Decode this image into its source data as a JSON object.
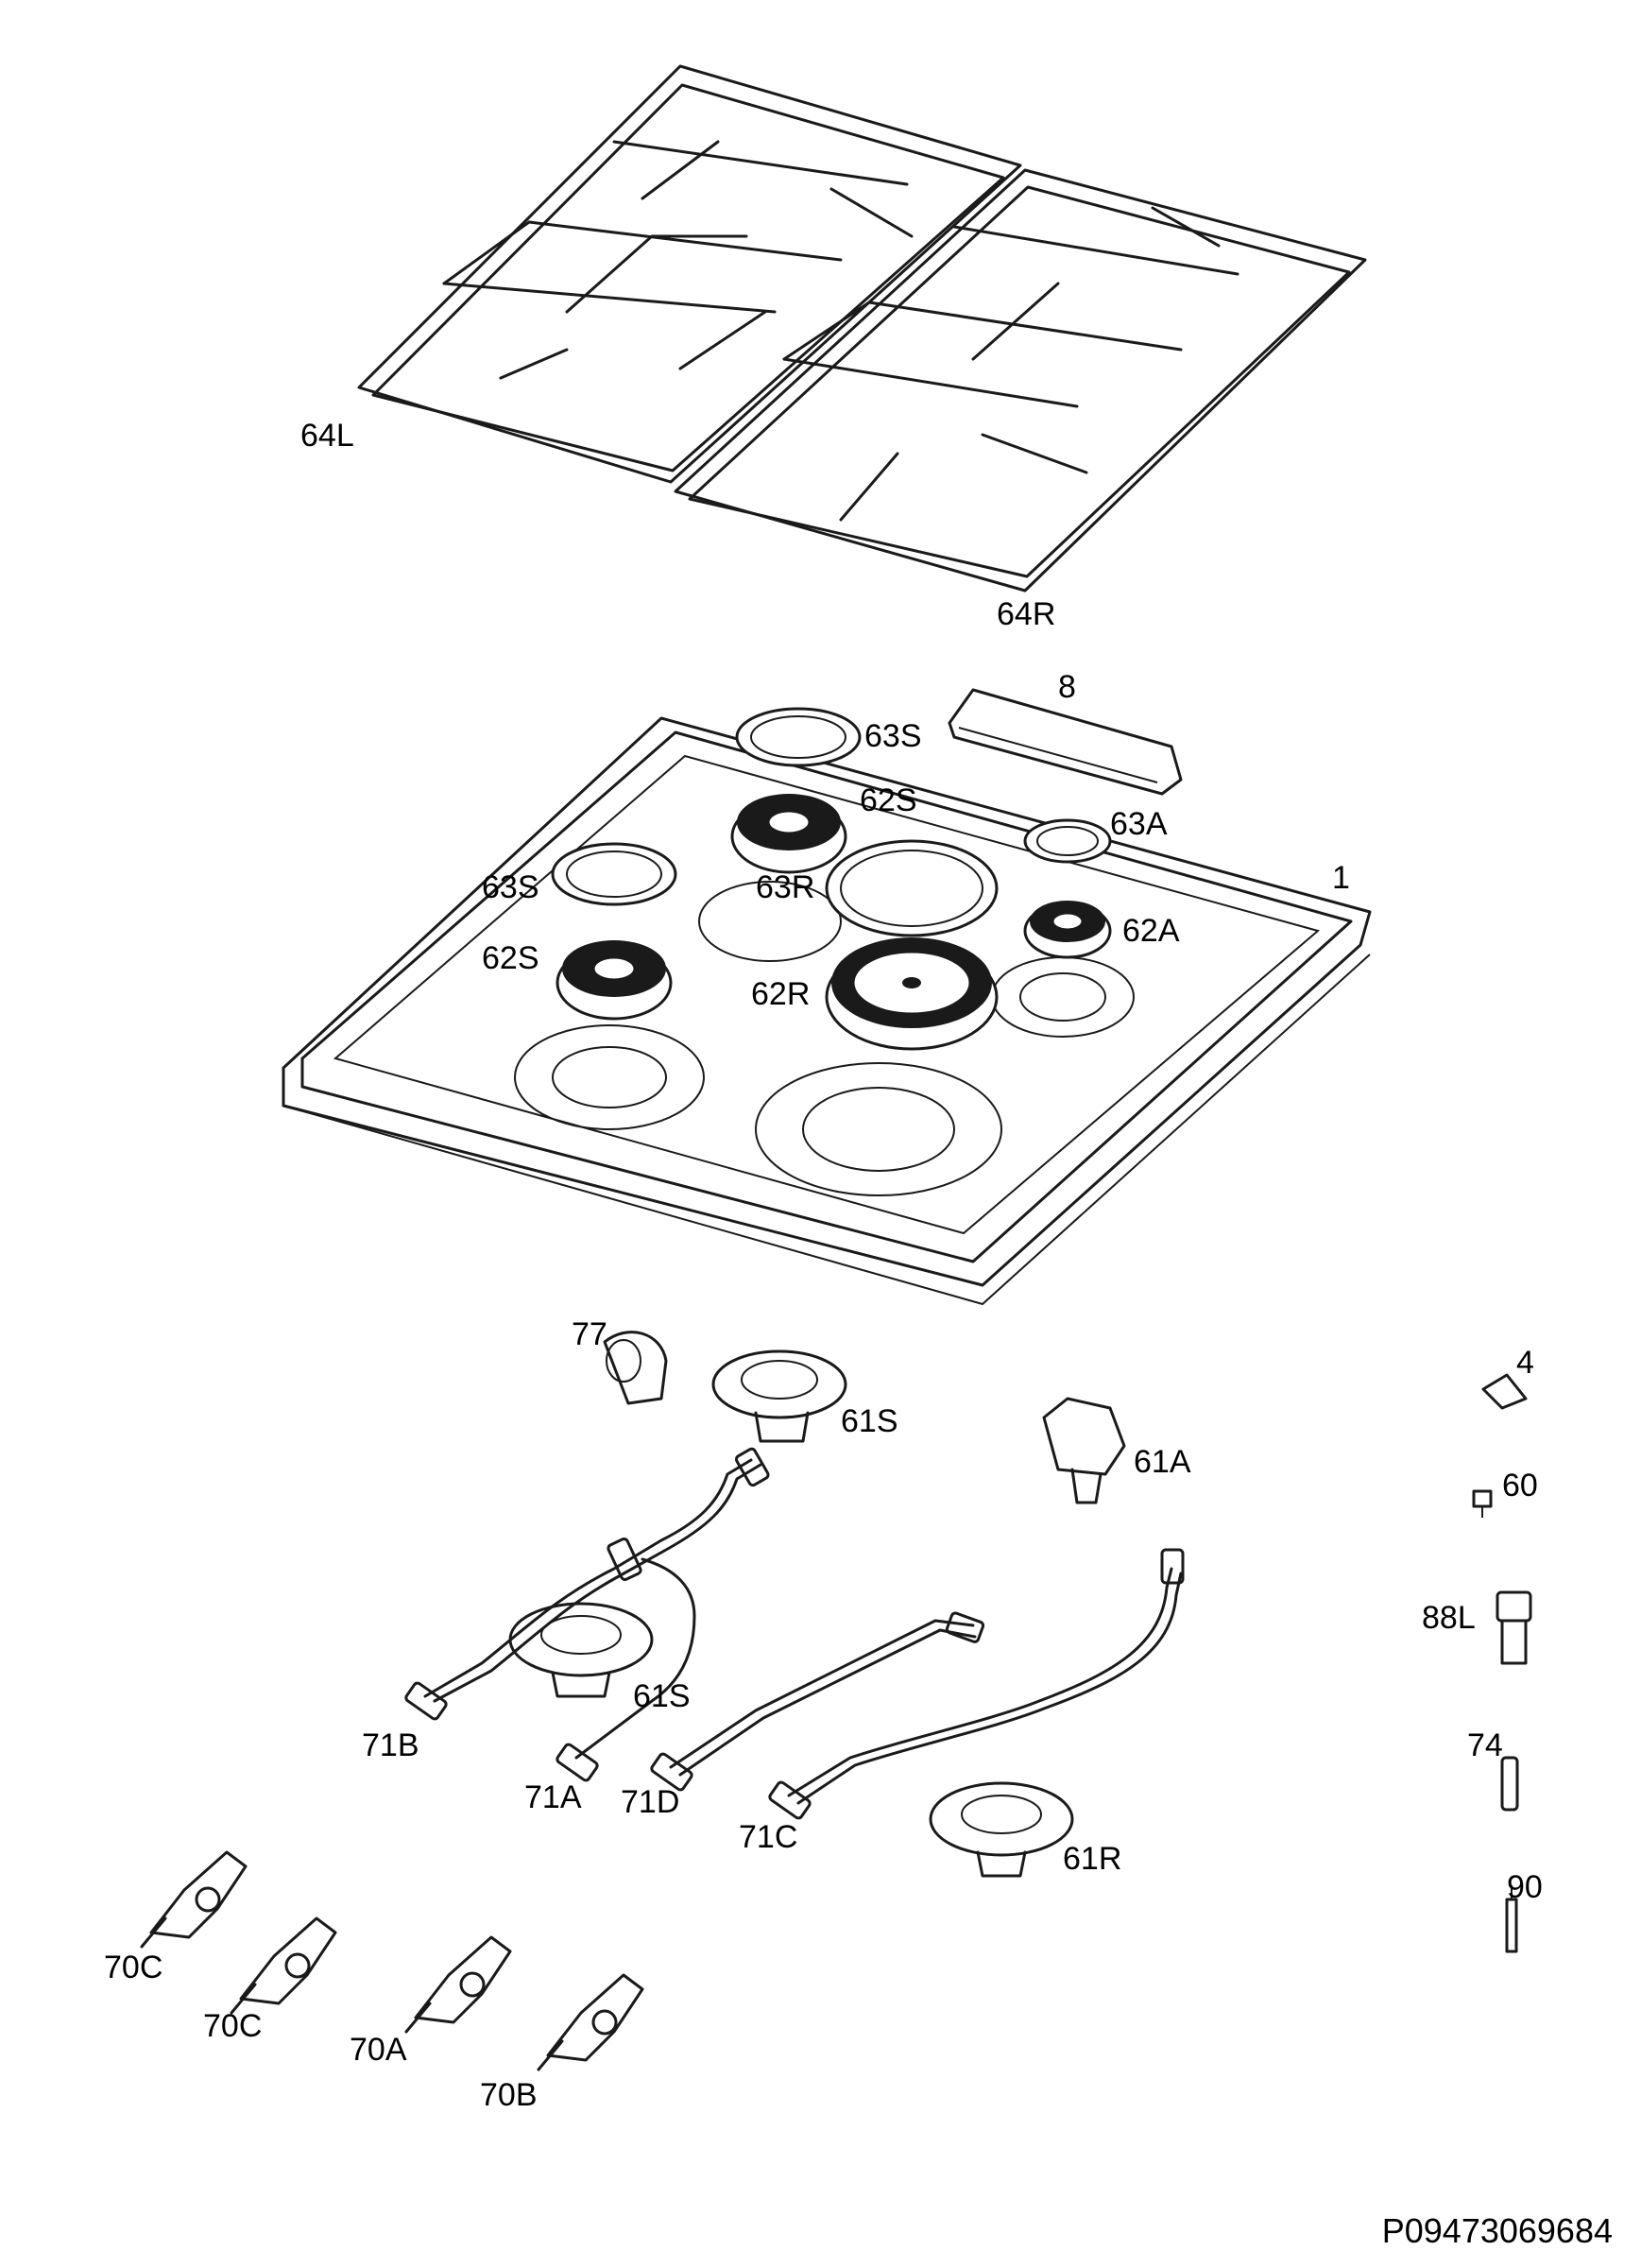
{
  "labels": {
    "grate_left": "64L",
    "grate_right": "64R",
    "bracket": "8",
    "cap_small_top": "63S",
    "burner_small_top": "62S",
    "cap_aux": "63A",
    "hob_panel": "1",
    "cap_small_left": "63S",
    "cap_rapid": "63R",
    "burner_aux": "62A",
    "burner_small_left": "62S",
    "burner_rapid": "62R",
    "elbow": "77",
    "burner_base_small_top": "61S",
    "burner_base_aux": "61A",
    "clip": "4",
    "screw": "60",
    "connector": "88L",
    "pipe_b": "71B",
    "burner_base_small_mid": "61S",
    "pipe_a": "71A",
    "pipe_d": "71D",
    "pipe_c": "71C",
    "burner_base_rapid": "61R",
    "thermocouple": "74",
    "ignition_plug": "90",
    "valve_c1": "70C",
    "valve_c2": "70C",
    "valve_a": "70A",
    "valve_b": "70B"
  },
  "drawing_code": "P09473069684"
}
